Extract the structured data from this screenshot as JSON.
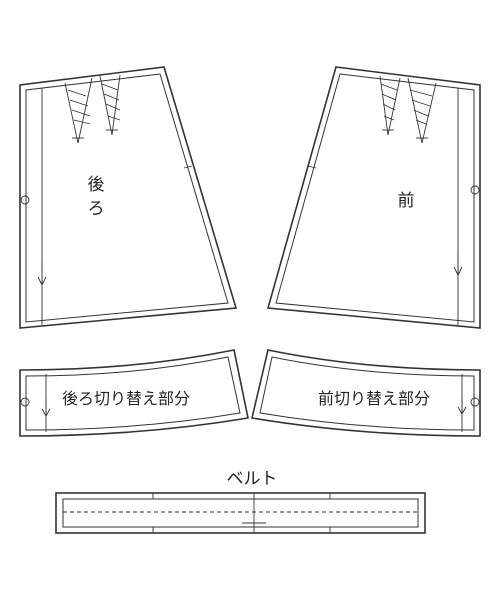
{
  "pieces": {
    "back_skirt": {
      "label_line1": "後",
      "label_line2": "ろ"
    },
    "front_skirt": {
      "label": "前"
    },
    "back_yoke": {
      "label": "後ろ切り替え部分"
    },
    "front_yoke": {
      "label": "前切り替え部分"
    },
    "belt": {
      "label": "ベルト"
    }
  },
  "colors": {
    "line": "#333333",
    "background": "#ffffff"
  }
}
